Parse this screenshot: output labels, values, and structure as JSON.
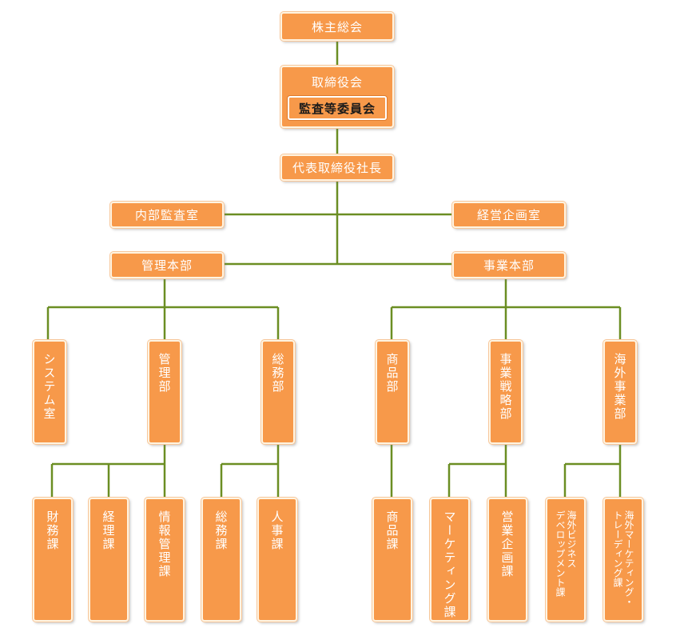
{
  "org": {
    "shareholders": "株主総会",
    "board": "取締役会",
    "audit_committee": "監査等委員会",
    "president": "代表取締役社長",
    "internal_audit": "内部監査室",
    "planning_office": "経営企画室",
    "admin_hq": "管理本部",
    "business_hq": "事業本部",
    "admin_depts": {
      "system": "システム室",
      "management": "管理部",
      "general_affairs": "総務部"
    },
    "business_depts": {
      "merchandise": "商品部",
      "strategy": "事業戦略部",
      "overseas": "海外事業部"
    },
    "sections": {
      "finance": "財務課",
      "accounting": "経理課",
      "info_mgmt": "情報管理課",
      "general": "総務課",
      "hr": "人事課",
      "merchandise": "商品課",
      "marketing": "マーケティング課",
      "sales_planning": "営業企画課",
      "overseas_bizdev": "海外ビジネス\nデベロップメント課",
      "overseas_marketing": "海外マーケティング・\nトレーディング課"
    }
  },
  "colors": {
    "box_fill": "#f7994a",
    "connector": "#6b8e23",
    "text": "#ffffff"
  }
}
